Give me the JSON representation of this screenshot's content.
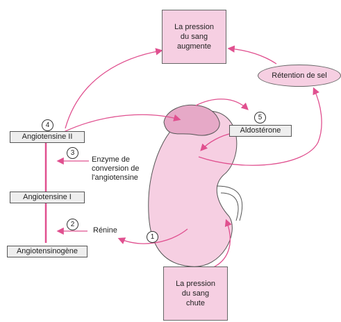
{
  "top_box": {
    "lines": [
      "La pression",
      "du sang",
      "augmente"
    ]
  },
  "bottom_box": {
    "lines": [
      "La pression",
      "du sang",
      "chute"
    ]
  },
  "retention": {
    "label": "Rétention de sel"
  },
  "aldosterone": {
    "label": "Aldostérone"
  },
  "angiotensin_ii": {
    "label": "Angiotensine II"
  },
  "angiotensin_i": {
    "label": "Angiotensine I"
  },
  "angiotensinogen": {
    "label": "Angiotensinogène"
  },
  "enzyme": {
    "lines": [
      "Enzyme de",
      "conversion de",
      "l'angiotensine"
    ]
  },
  "renin": {
    "label": "Rénine"
  },
  "steps": [
    "1",
    "2",
    "3",
    "4",
    "5"
  ],
  "colors": {
    "arrow": "#e0508f",
    "organ": "#f6cfe2",
    "gland": "#e6a9c7"
  }
}
